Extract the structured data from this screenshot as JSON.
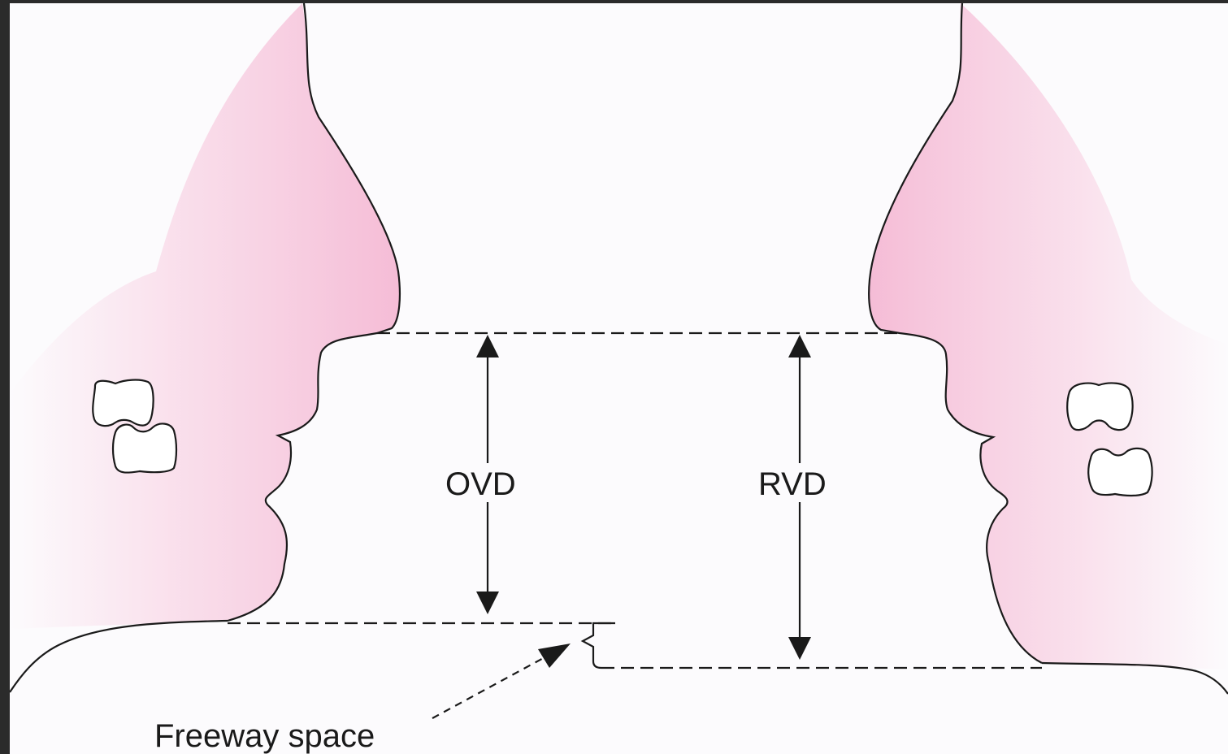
{
  "labels": {
    "ovd": "OVD",
    "rvd": "RVD",
    "freeway": "Freeway space"
  },
  "colors": {
    "background_frame": "#2b2b2b",
    "canvas": "#fcfbfd",
    "skin": "#f7c6dc",
    "outline": "#1a1a1a"
  }
}
